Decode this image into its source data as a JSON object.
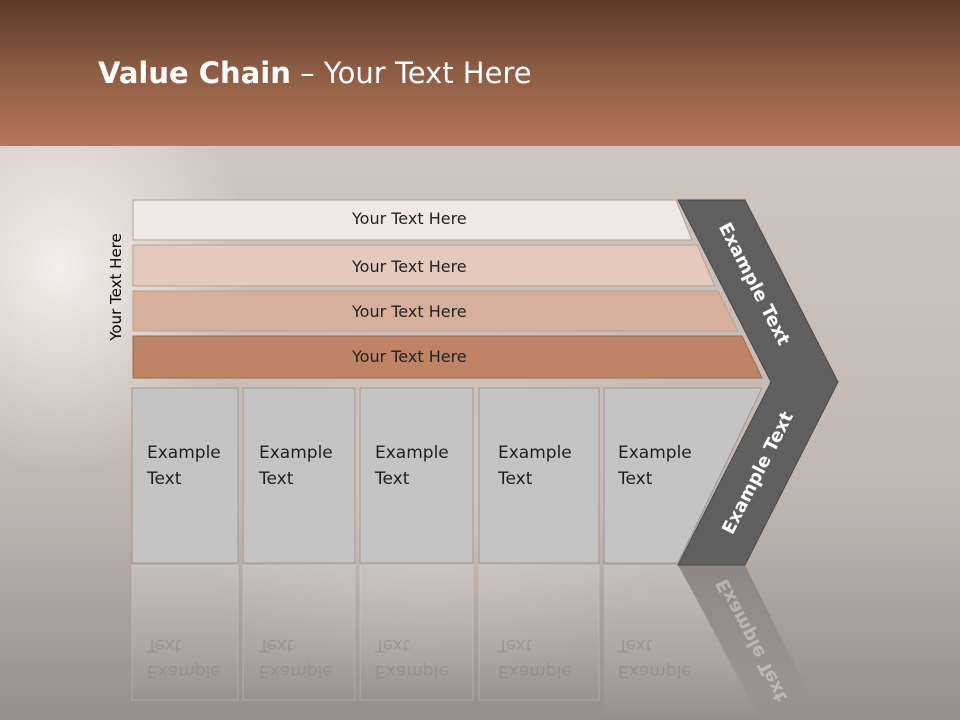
{
  "title": {
    "bold": "Value Chain",
    "rest": " – Your Text Here"
  },
  "side_label": "Your Text Here",
  "rows": [
    {
      "label": "Your Text Here",
      "color": "#f1e8e3"
    },
    {
      "label": "Your Text Here",
      "color": "#e4cabd"
    },
    {
      "label": "Your Text Here",
      "color": "#d6b09c"
    },
    {
      "label": "Your Text Here",
      "color": "#bf8366"
    }
  ],
  "boxes": [
    {
      "line1": "Example",
      "line2": "Text"
    },
    {
      "line1": "Example",
      "line2": "Text"
    },
    {
      "line1": "Example",
      "line2": "Text"
    },
    {
      "line1": "Example",
      "line2": "Text"
    },
    {
      "line1": "Example",
      "line2": "Text"
    }
  ],
  "chevron": {
    "top_label": "Example Text",
    "bottom_label": "Example Text",
    "color": "#5f5f5f"
  },
  "box_color": "#c4c4c4"
}
